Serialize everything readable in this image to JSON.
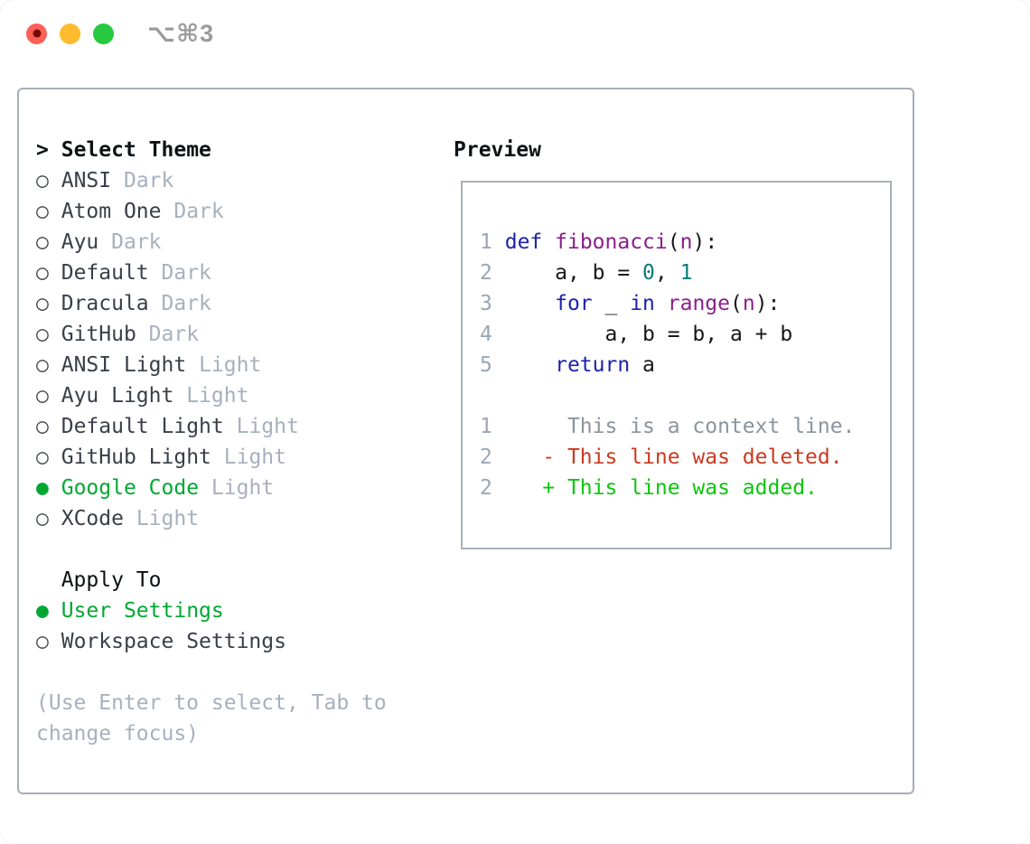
{
  "window": {
    "title": "⌥⌘3"
  },
  "traffic_lights": {
    "red": "#ff5f57",
    "red_inner": "#770b04",
    "yellow": "#febc2e",
    "green": "#28c840"
  },
  "theme_panel": {
    "header": {
      "prompt": ">",
      "label": "Select Theme"
    },
    "markers": {
      "selected": "●",
      "unselected": "○"
    },
    "themes": [
      {
        "name": "ANSI",
        "variant": "Dark",
        "selected": false
      },
      {
        "name": "Atom One",
        "variant": "Dark",
        "selected": false
      },
      {
        "name": "Ayu",
        "variant": "Dark",
        "selected": false
      },
      {
        "name": "Default",
        "variant": "Dark",
        "selected": false
      },
      {
        "name": "Dracula",
        "variant": "Dark",
        "selected": false
      },
      {
        "name": "GitHub",
        "variant": "Dark",
        "selected": false
      },
      {
        "name": "ANSI Light",
        "variant": "Light",
        "selected": false
      },
      {
        "name": "Ayu Light",
        "variant": "Light",
        "selected": false
      },
      {
        "name": "Default Light",
        "variant": "Light",
        "selected": false
      },
      {
        "name": "GitHub Light",
        "variant": "Light",
        "selected": false
      },
      {
        "name": "Google Code",
        "variant": "Light",
        "selected": true
      },
      {
        "name": "XCode",
        "variant": "Light",
        "selected": false
      }
    ],
    "apply_to": {
      "label": "Apply To",
      "options": [
        {
          "label": "User Settings",
          "selected": true
        },
        {
          "label": "Workspace Settings",
          "selected": false
        }
      ]
    },
    "hint_lines": [
      "(Use Enter to select, Tab to",
      "change focus)"
    ]
  },
  "preview": {
    "title": "Preview",
    "code_lines": [
      {
        "num": "1",
        "tokens": [
          {
            "t": "def",
            "c": "kwd"
          },
          {
            "t": " ",
            "c": "pln"
          },
          {
            "t": "fibonacci",
            "c": "fn"
          },
          {
            "t": "(",
            "c": "pln"
          },
          {
            "t": "n",
            "c": "fn"
          },
          {
            "t": "):",
            "c": "pln"
          }
        ]
      },
      {
        "num": "2",
        "tokens": [
          {
            "t": "    a, b = ",
            "c": "pln"
          },
          {
            "t": "0",
            "c": "lit"
          },
          {
            "t": ", ",
            "c": "pln"
          },
          {
            "t": "1",
            "c": "lit"
          }
        ]
      },
      {
        "num": "3",
        "tokens": [
          {
            "t": "    ",
            "c": "pln"
          },
          {
            "t": "for",
            "c": "kwd"
          },
          {
            "t": " _ ",
            "c": "pln"
          },
          {
            "t": "in",
            "c": "kwd"
          },
          {
            "t": " ",
            "c": "pln"
          },
          {
            "t": "range",
            "c": "fn"
          },
          {
            "t": "(",
            "c": "pln"
          },
          {
            "t": "n",
            "c": "fn"
          },
          {
            "t": "):",
            "c": "pln"
          }
        ]
      },
      {
        "num": "4",
        "tokens": [
          {
            "t": "        a, b = b, a + b",
            "c": "pln"
          }
        ]
      },
      {
        "num": "5",
        "tokens": [
          {
            "t": "    ",
            "c": "pln"
          },
          {
            "t": "return",
            "c": "kwd"
          },
          {
            "t": " a",
            "c": "pln"
          }
        ]
      }
    ],
    "diff_lines": [
      {
        "num": "1",
        "sign": " ",
        "text": "This is a context line.",
        "type": "context"
      },
      {
        "num": "2",
        "sign": "-",
        "text": "This line was deleted.",
        "type": "deleted"
      },
      {
        "num": "2",
        "sign": "+",
        "text": "This line was added.",
        "type": "added"
      }
    ]
  },
  "colors": {
    "accent_green": "#00a832",
    "kwd": "#1e22aa",
    "fn": "#8a1f8a",
    "lit": "#0c7a7a",
    "pln": "#15181c",
    "line_number": "#9aa6b6",
    "diff_context": "#8b939e",
    "diff_deleted": "#c93a20",
    "diff_added": "#0cc60c",
    "border": "#a7afb9",
    "muted": "#a7b0be",
    "title_gray": "#9a9a9a"
  }
}
